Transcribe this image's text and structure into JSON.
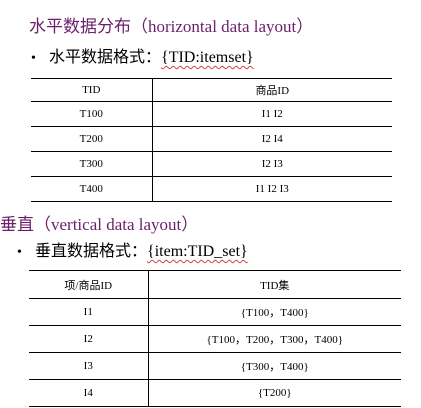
{
  "horizontal": {
    "heading": "水平数据分布（horizontal data layout）",
    "bullet": "•",
    "format_label": "水平数据格式：",
    "format_value": "{TID:itemset}",
    "table": {
      "headers": [
        "TID",
        "商品ID"
      ],
      "rows": [
        [
          "T100",
          "I1  I2"
        ],
        [
          "T200",
          "I2  I4"
        ],
        [
          "T300",
          "I2  I3"
        ],
        [
          "T400",
          "I1  I2  I3"
        ]
      ]
    }
  },
  "vertical": {
    "heading": "垂直（vertical data layout）",
    "bullet": "•",
    "format_label": "垂直数据格式：",
    "format_value": "{item:TID_set}",
    "table": {
      "headers": [
        "项/商品ID",
        "TID集"
      ],
      "rows": [
        [
          "I1",
          "{T100，T400}"
        ],
        [
          "I2",
          "{T100，T200，T300，T400}"
        ],
        [
          "I3",
          "{T300，T400}"
        ],
        [
          "I4",
          "{T200}"
        ]
      ]
    }
  }
}
